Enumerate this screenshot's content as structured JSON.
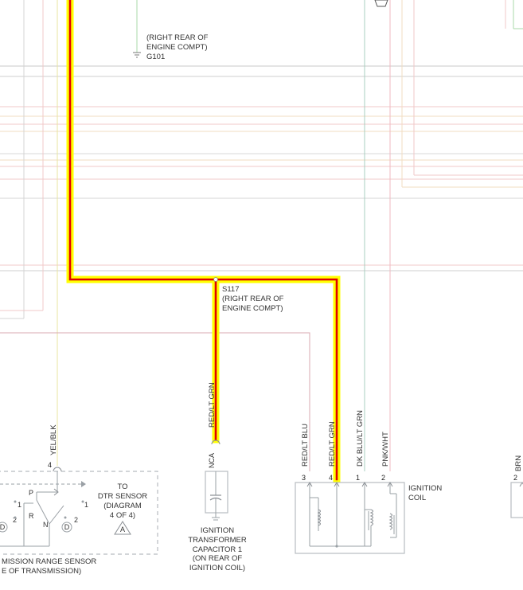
{
  "ground": {
    "location_line1": "(RIGHT REAR OF",
    "location_line2": "ENGINE COMPT)",
    "id": "G101"
  },
  "splice": {
    "id": "S117",
    "location_line1": "(RIGHT REAR OF",
    "location_line2": "ENGINE COMPT)"
  },
  "wires": {
    "yel_blk": "YEL/BLK",
    "red_lt_grn_cap": "RED/LT GRN",
    "red_lt_blu": "RED/LT BLU",
    "red_lt_grn_coil": "RED/LT GRN",
    "dk_blu_lt_grn": "DK BLU/LT GRN",
    "pnk_wht": "PNK/WHT",
    "brn": "BRN"
  },
  "capacitor": {
    "pin": "NCA",
    "line1": "IGNITION",
    "line2": "TRANSFORMER",
    "line3": "CAPACITOR 1",
    "line4": "(ON REAR OF",
    "line5": "IGNITION COIL)"
  },
  "coil": {
    "label_line1": "IGNITION",
    "label_line2": "COIL",
    "pins": [
      "3",
      "4",
      "1",
      "2"
    ]
  },
  "range_sensor": {
    "pin_top": "4",
    "to_line1": "TO",
    "to_line2": "DTR SENSOR",
    "to_line3": "(DIAGRAM",
    "to_line4": "4 OF 4)",
    "triangle": "A",
    "pos_p": "P",
    "pos_r": "R",
    "pos_n": "N",
    "pos_d_left": "D",
    "pos_d_right": "D",
    "num_1_left": "1",
    "num_1_right": "1",
    "num_2_left": "2",
    "num_2_right": "2",
    "label_line1": "MISSION RANGE SENSOR",
    "label_line2": "E OF TRANSMISSION)"
  },
  "right_component": {
    "pin": "2"
  },
  "colors": {
    "highlight_yellow": "#ffff00",
    "highlight_red": "#e00000",
    "wire_gray": "#c8c8c8",
    "wire_pink": "#f2b8b8",
    "wire_orange": "#f3d3a8",
    "wire_green": "#a8d8a8"
  }
}
